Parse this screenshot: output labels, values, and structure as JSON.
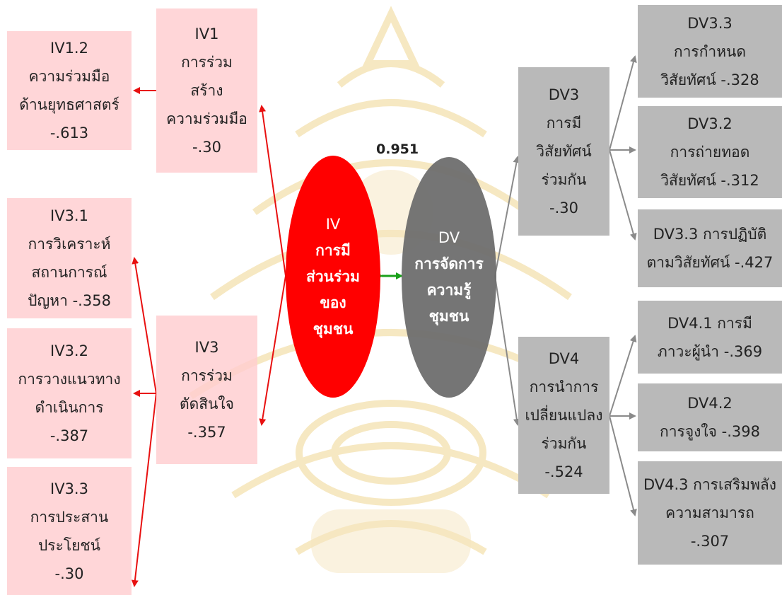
{
  "diagram": {
    "correlation": "0.951",
    "iv_ellipse": [
      "IV",
      "การมี",
      "ส่วนร่วม",
      "ของ",
      "ชุมชน"
    ],
    "dv_ellipse": [
      "DV",
      "การจัดการ",
      "ความรู้",
      "ชุมชน"
    ],
    "iv_boxes": {
      "iv1_2": [
        "IV1.2",
        "ความร่วมมือ",
        "ด้านยุทธศาสตร์",
        "-.613"
      ],
      "iv1": [
        "IV1",
        "การร่วม",
        "สร้าง",
        "ความร่วมมือ",
        "-.30"
      ],
      "iv3_1": [
        "IV3.1",
        "การวิเคราะห์",
        "สถานการณ์",
        "ปัญหา -.358"
      ],
      "iv3_2": [
        "IV3.2",
        "การวางแนวทาง",
        "ดำเนินการ",
        "-.387"
      ],
      "iv3": [
        "IV3",
        "การร่วม",
        "ตัดสินใจ",
        "-.357"
      ],
      "iv3_3": [
        "IV3.3",
        "การประสาน",
        "ประโยชน์",
        "-.30"
      ]
    },
    "dv_boxes": {
      "dv3": [
        "DV3",
        "การมี",
        "วิสัยทัศน์",
        "ร่วมกัน",
        "-.30"
      ],
      "dv3_3a": [
        "DV3.3",
        "การกำหนด",
        "วิสัยทัศน์ -.328"
      ],
      "dv3_2": [
        "DV3.2",
        "การถ่ายทอด",
        "วิสัยทัศน์ -.312"
      ],
      "dv3_3b": [
        "DV3.3 การปฏิบัติ",
        "ตามวิสัยทัศน์ -.427"
      ],
      "dv4": [
        "DV4",
        "การนำการ",
        "เปลี่ยนแปลง",
        "ร่วมกัน",
        "-.524"
      ],
      "dv4_1": [
        "DV4.1 การมี",
        "ภาวะผู้นำ -.369"
      ],
      "dv4_2": [
        "DV4.2",
        "การจูงใจ -.398"
      ],
      "dv4_3": [
        "DV4.3 การเสริมพลัง",
        "ความสามารถ",
        "-.307"
      ]
    },
    "colors": {
      "iv": "#ff0000",
      "dv": "#6e6e6e",
      "pink_box": "#ffcdd0",
      "grey_box": "#b9b9b9",
      "correlation_arrow": "#1aa01a"
    }
  }
}
